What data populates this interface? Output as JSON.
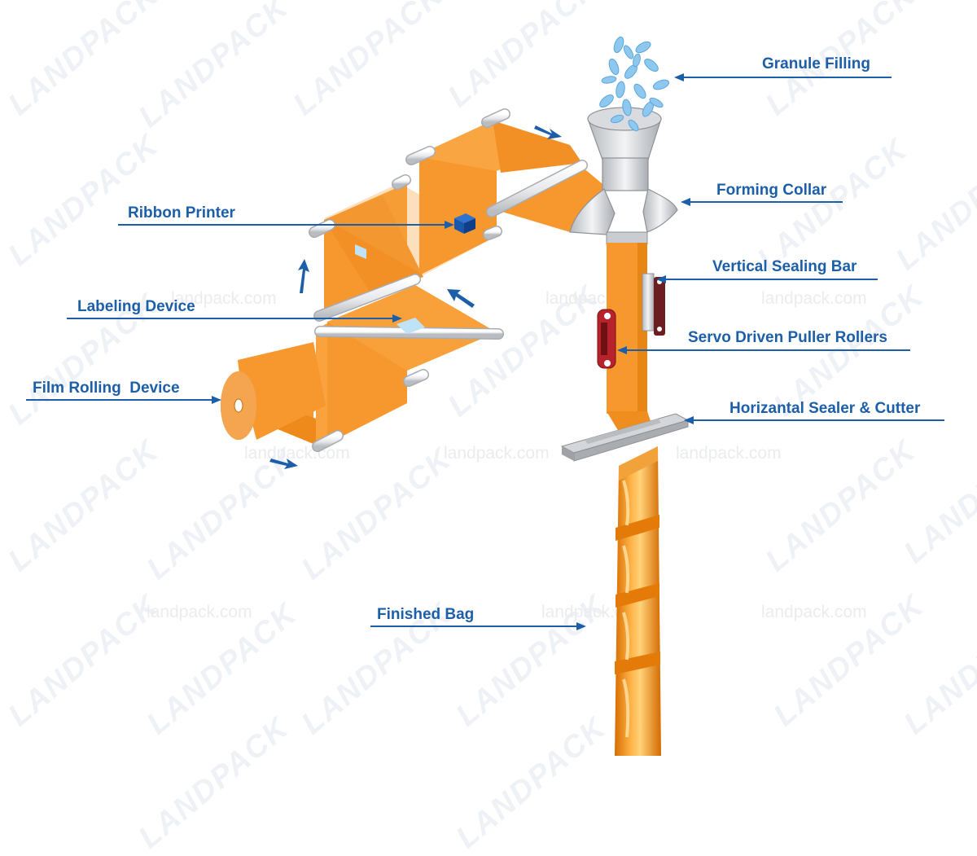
{
  "colors": {
    "label": "#1c5fa8",
    "film": "#f7982f",
    "film_dark": "#e07f12",
    "roller": "#e4e6e9",
    "steel": "#c9ccd0",
    "granule": "#8ec8ef",
    "puller": "#b8232b"
  },
  "labels": {
    "granule_filling": "Granule Filling",
    "forming_collar": "Forming Collar",
    "ribbon_printer": "Ribbon Printer",
    "vertical_sealing_bar": "Vertical Sealing Bar",
    "labeling_device": "Labeling Device",
    "servo_puller_rollers": "Servo Driven Puller Rollers",
    "film_rolling_device": "Film Rolling  Device",
    "horizontal_sealer_cutter": "Horizantal Sealer & Cutter",
    "finished_bag": "Finished Bag"
  },
  "watermark": {
    "site": "landpack.com",
    "brand": "LANDPACK"
  }
}
